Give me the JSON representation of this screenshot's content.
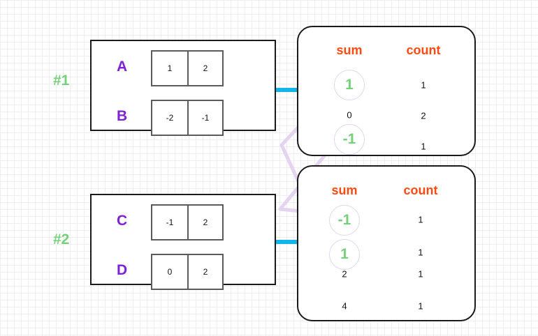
{
  "diagram": {
    "title": "group sum/count aggregation diagram",
    "colors": {
      "group_label": "#7f21d6",
      "index_tag": "#76d079",
      "header": "#ff4a11",
      "arrow": "#12b5ea",
      "link": "#e4d4ef",
      "panel_border": "#1a1a1a",
      "cell_border": "#5b5b5b",
      "grid_minor": "#eceef0",
      "grid_major": "#dfe2e6"
    }
  },
  "groups": [
    {
      "index_tag": "#1",
      "rows": [
        {
          "label": "A",
          "cells": [
            "1",
            "2"
          ]
        },
        {
          "label": "B",
          "cells": [
            "-2",
            "-1"
          ]
        }
      ]
    },
    {
      "index_tag": "#2",
      "rows": [
        {
          "label": "C",
          "cells": [
            "-1",
            "2"
          ]
        },
        {
          "label": "D",
          "cells": [
            "0",
            "2"
          ]
        }
      ]
    }
  ],
  "tables": [
    {
      "name": "aggregation-table-1",
      "headers": [
        "sum",
        "count"
      ],
      "rows": [
        {
          "sum": "1",
          "count": "1",
          "highlight": true
        },
        {
          "sum": "0",
          "count": "2",
          "highlight": false
        },
        {
          "sum": "-1",
          "count": "1",
          "highlight": true
        }
      ]
    },
    {
      "name": "aggregation-table-2",
      "headers": [
        "sum",
        "count"
      ],
      "rows": [
        {
          "sum": "-1",
          "count": "1",
          "highlight": true
        },
        {
          "sum": "1",
          "count": "1",
          "highlight": true
        },
        {
          "sum": "2",
          "count": "1",
          "highlight": false
        },
        {
          "sum": "4",
          "count": "1",
          "highlight": false
        }
      ]
    }
  ],
  "arrows": [
    {
      "name": "arrow-group1-to-table1"
    },
    {
      "name": "arrow-group2-to-table2"
    }
  ],
  "links": [
    {
      "name": "link-sum1-table1-to-sum1-table2"
    },
    {
      "name": "link-sum-neg1-table1-to-sum-neg1-table2"
    }
  ]
}
